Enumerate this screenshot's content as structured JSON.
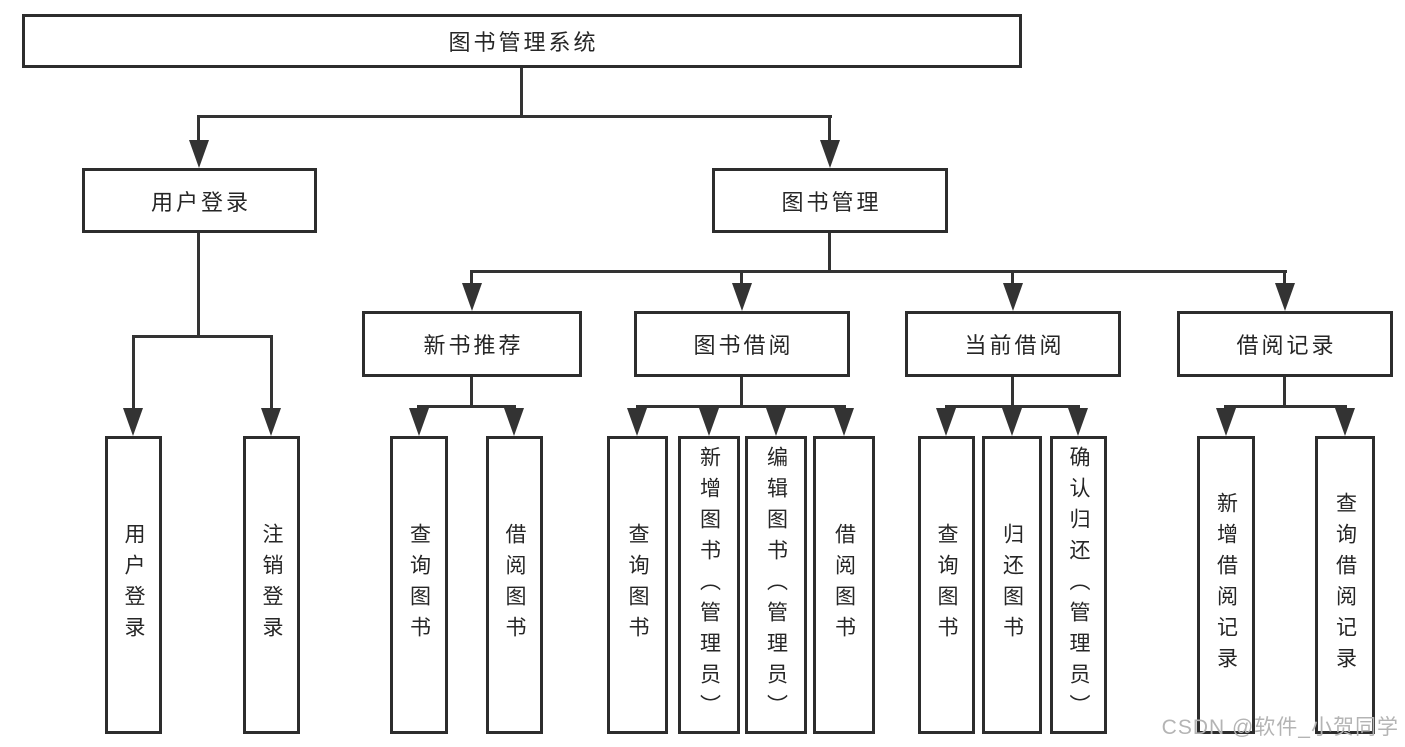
{
  "diagram": {
    "root": {
      "label": "图书管理系统"
    },
    "branches": [
      {
        "label": "用户登录",
        "children": [
          {
            "label": "用户登录"
          },
          {
            "label": "注销登录"
          }
        ]
      },
      {
        "label": "图书管理",
        "sections": [
          {
            "label": "新书推荐",
            "children": [
              {
                "label": "查询图书"
              },
              {
                "label": "借阅图书"
              }
            ]
          },
          {
            "label": "图书借阅",
            "children": [
              {
                "label": "查询图书"
              },
              {
                "label": "新增图书（管理员）"
              },
              {
                "label": "编辑图书（管理员）"
              },
              {
                "label": "借阅图书"
              }
            ]
          },
          {
            "label": "当前借阅",
            "children": [
              {
                "label": "查询图书"
              },
              {
                "label": "归还图书"
              },
              {
                "label": "确认归还（管理员）"
              }
            ]
          },
          {
            "label": "借阅记录",
            "children": [
              {
                "label": "新增借阅记录"
              },
              {
                "label": "查询借阅记录"
              }
            ]
          }
        ]
      }
    ]
  },
  "watermark": {
    "text": "CSDN @软件_小贺同学",
    "color": "#b4b4b4"
  },
  "colors": {
    "line": "#333333",
    "box_border": "#2d2d2d",
    "text": "#262626",
    "background": "#ffffff"
  }
}
